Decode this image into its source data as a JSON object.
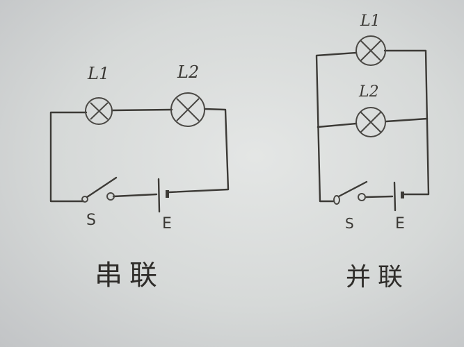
{
  "series_circuit": {
    "lamp1_label": "L1",
    "lamp2_label": "L2",
    "switch_label": "S",
    "battery_label": "E",
    "title": "串联"
  },
  "parallel_circuit": {
    "lamp1_label": "L1",
    "lamp2_label": "L2",
    "switch_label": "S",
    "battery_label": "E",
    "title": "并联"
  },
  "colors": {
    "ink": "#3c3a36",
    "paper": "#dcdedd"
  }
}
